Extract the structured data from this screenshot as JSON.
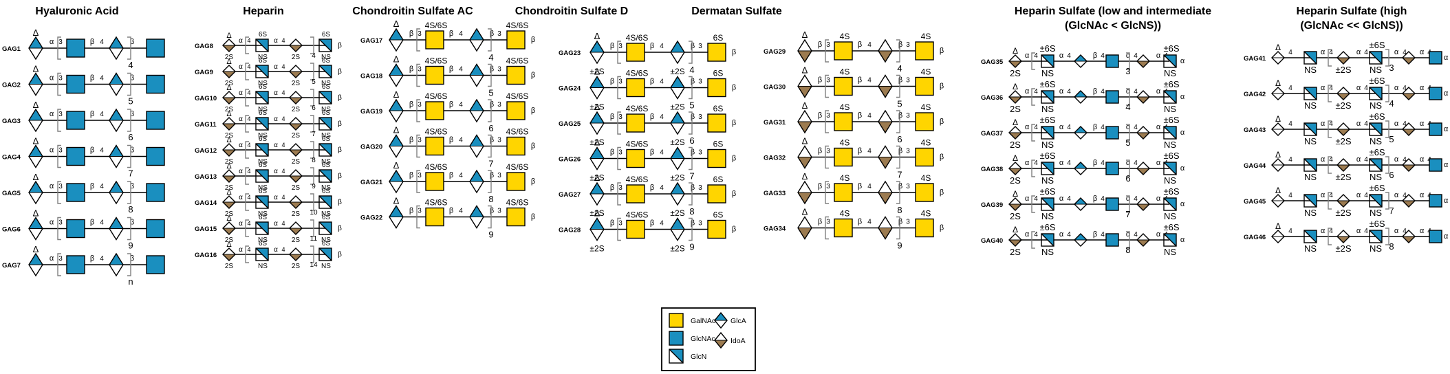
{
  "colors": {
    "glcnac": "#1a8fbf",
    "galnac": "#ffd500",
    "idoa": "#9c7b50",
    "white": "#ffffff",
    "line": "#000000",
    "bracket": "#808080",
    "legend_border": "#000000"
  },
  "legend": {
    "items": [
      {
        "label": "GalNAc",
        "shape": "galnac-square-icon"
      },
      {
        "label": "GlcA",
        "shape": "glca-diamond-icon"
      },
      {
        "label": "GlcNAc",
        "shape": "glcnac-square-icon"
      },
      {
        "label": "IdoA",
        "shape": "idoa-diamond-icon"
      },
      {
        "label": "GlcN",
        "shape": "glcn-square-icon"
      }
    ]
  },
  "panels": [
    {
      "title": [
        "Hyaluronic Acid"
      ],
      "type": "HA",
      "rows": [
        {
          "id": "GAG1",
          "n": "4"
        },
        {
          "id": "GAG2",
          "n": "5"
        },
        {
          "id": "GAG3",
          "n": "6"
        },
        {
          "id": "GAG4",
          "n": "7"
        },
        {
          "id": "GAG5",
          "n": "8"
        },
        {
          "id": "GAG6",
          "n": "9"
        },
        {
          "id": "GAG7",
          "n": "n"
        }
      ],
      "labels": {
        "delta": "Δ",
        "alpha": "α",
        "beta": "β",
        "pos3": "3",
        "pos4": "4"
      }
    },
    {
      "title": [
        "Heparin"
      ],
      "type": "HEP",
      "rows": [
        {
          "id": "GAG8",
          "n": "4"
        },
        {
          "id": "GAG9",
          "n": "5"
        },
        {
          "id": "GAG10",
          "n": "6"
        },
        {
          "id": "GAG11",
          "n": "7"
        },
        {
          "id": "GAG12",
          "n": "8"
        },
        {
          "id": "GAG13",
          "n": "9"
        },
        {
          "id": "GAG14",
          "n": "10"
        },
        {
          "id": "GAG15",
          "n": "11"
        },
        {
          "id": "GAG16",
          "n": "14"
        }
      ],
      "labels": {
        "delta": "Δ",
        "alpha": "α",
        "beta": "β",
        "two_s": "2S",
        "six_s": "6S",
        "ns": "NS",
        "pos4": "4"
      }
    },
    {
      "title": [
        "Chondroitin Sulfate AC"
      ],
      "type": "CSAC",
      "rows": [
        {
          "id": "GAG17",
          "n": "4"
        },
        {
          "id": "GAG18",
          "n": "5"
        },
        {
          "id": "GAG19",
          "n": "6"
        },
        {
          "id": "GAG20",
          "n": "7"
        },
        {
          "id": "GAG21",
          "n": "8"
        },
        {
          "id": "GAG22",
          "n": "9"
        }
      ],
      "labels": {
        "delta": "Δ",
        "beta": "β",
        "sulfate": "4S/6S",
        "pos3": "3",
        "pos4": "4"
      }
    },
    {
      "title": [
        "Chondroitin Sulfate D"
      ],
      "type": "CSD",
      "rows": [
        {
          "id": "GAG23",
          "n": "4"
        },
        {
          "id": "GAG24",
          "n": "5"
        },
        {
          "id": "GAG25",
          "n": "6"
        },
        {
          "id": "GAG26",
          "n": "7"
        },
        {
          "id": "GAG27",
          "n": "8"
        },
        {
          "id": "GAG28",
          "n": "9"
        }
      ],
      "labels": {
        "delta": "Δ",
        "beta": "β",
        "sulfate": "4S/6S",
        "end_sulfate": "6S",
        "two_s": "±2S",
        "pos3": "3",
        "pos4": "4"
      }
    },
    {
      "title": [
        "Dermatan Sulfate"
      ],
      "type": "DS",
      "rows": [
        {
          "id": "GAG29",
          "n": "4"
        },
        {
          "id": "GAG30",
          "n": "5"
        },
        {
          "id": "GAG31",
          "n": "6"
        },
        {
          "id": "GAG32",
          "n": "7"
        },
        {
          "id": "GAG33",
          "n": "8"
        },
        {
          "id": "GAG34",
          "n": "9"
        }
      ],
      "labels": {
        "delta": "Δ",
        "beta": "β",
        "sulfate": "4S",
        "pos3": "3",
        "pos4": "4"
      }
    },
    {
      "title": [
        "Heparin Sulfate (low and intermediate",
        "(GlcNAc < GlcNS))"
      ],
      "type": "HSL",
      "rows": [
        {
          "id": "GAG35",
          "n": "3"
        },
        {
          "id": "GAG36",
          "n": "4"
        },
        {
          "id": "GAG37",
          "n": "5"
        },
        {
          "id": "GAG38",
          "n": "6"
        },
        {
          "id": "GAG39",
          "n": "7"
        },
        {
          "id": "GAG40",
          "n": "8"
        }
      ],
      "labels": {
        "delta": "Δ",
        "alpha": "α",
        "beta": "β",
        "two_s": "2S",
        "six_s": "±6S",
        "ns": "NS",
        "pos4": "4"
      }
    },
    {
      "title": [
        "Heparin Sulfate (high",
        "(GlcNAc << GlcNS))"
      ],
      "type": "HSH",
      "rows": [
        {
          "id": "GAG41",
          "n": "3"
        },
        {
          "id": "GAG42",
          "n": "4"
        },
        {
          "id": "GAG43",
          "n": "5"
        },
        {
          "id": "GAG44",
          "n": "6"
        },
        {
          "id": "GAG45",
          "n": "7"
        },
        {
          "id": "GAG46",
          "n": "8"
        }
      ],
      "labels": {
        "delta": "Δ",
        "alpha": "α",
        "two_s": "±2S",
        "six_s": "±6S",
        "ns": "NS",
        "pos4": "4"
      }
    }
  ]
}
